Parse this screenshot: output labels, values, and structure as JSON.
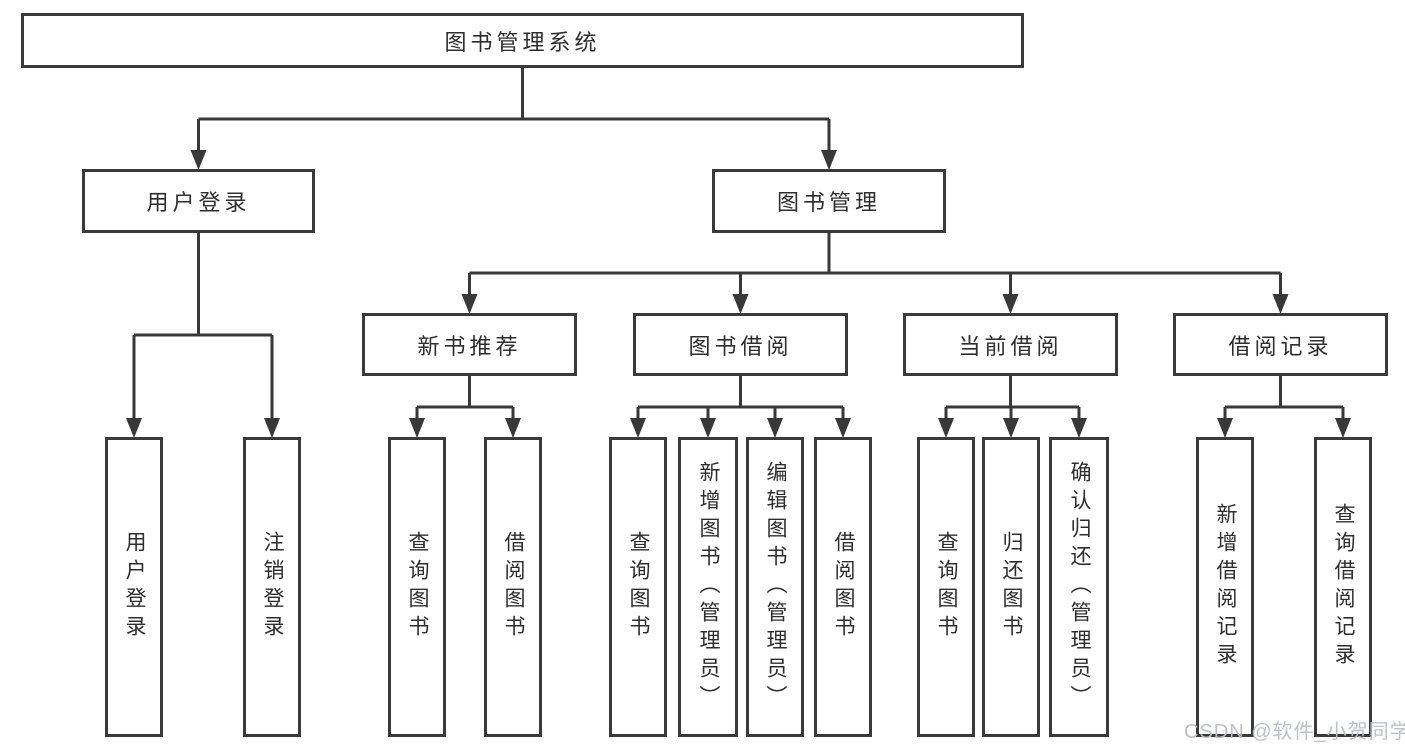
{
  "diagram": {
    "title": "图书管理系统",
    "watermark": "CSDN @软件_小贺同学",
    "colors": {
      "line": "#383838",
      "box_border": "#3a3a3a",
      "text": "#2e2e2e",
      "background": "#ffffff",
      "watermark": "#babec6"
    },
    "nodes": [
      {
        "id": "root",
        "label": "图书管理系统",
        "orientation": "horizontal",
        "level": 1
      },
      {
        "id": "login",
        "label": "用户登录",
        "orientation": "horizontal",
        "level": 2
      },
      {
        "id": "mgmt",
        "label": "图书管理",
        "orientation": "horizontal",
        "level": 2
      },
      {
        "id": "newbook",
        "label": "新书推荐",
        "orientation": "horizontal",
        "level": 3
      },
      {
        "id": "borrow",
        "label": "图书借阅",
        "orientation": "horizontal",
        "level": 3
      },
      {
        "id": "current",
        "label": "当前借阅",
        "orientation": "horizontal",
        "level": 3
      },
      {
        "id": "record",
        "label": "借阅记录",
        "orientation": "horizontal",
        "level": 3
      },
      {
        "id": "l-login",
        "label": "用户登录",
        "orientation": "vertical",
        "level": 4
      },
      {
        "id": "l-logout",
        "label": "注销登录",
        "orientation": "vertical",
        "level": 4
      },
      {
        "id": "l-nb-query",
        "label": "查询图书",
        "orientation": "vertical",
        "level": 4
      },
      {
        "id": "l-nb-borrow",
        "label": "借阅图书",
        "orientation": "vertical",
        "level": 4
      },
      {
        "id": "l-b-query",
        "label": "查询图书",
        "orientation": "vertical",
        "level": 4
      },
      {
        "id": "l-b-add",
        "label": "新增图书（管理员）",
        "orientation": "vertical",
        "level": 4
      },
      {
        "id": "l-b-edit",
        "label": "编辑图书（管理员）",
        "orientation": "vertical",
        "level": 4
      },
      {
        "id": "l-b-borrow",
        "label": "借阅图书",
        "orientation": "vertical",
        "level": 4
      },
      {
        "id": "l-c-query",
        "label": "查询图书",
        "orientation": "vertical",
        "level": 4
      },
      {
        "id": "l-c-return",
        "label": "归还图书",
        "orientation": "vertical",
        "level": 4
      },
      {
        "id": "l-c-confirm",
        "label": "确认归还（管理员）",
        "orientation": "vertical",
        "level": 4
      },
      {
        "id": "l-r-add",
        "label": "新增借阅记录",
        "orientation": "vertical",
        "level": 4
      },
      {
        "id": "l-r-query",
        "label": "查询借阅记录",
        "orientation": "vertical",
        "level": 4
      }
    ],
    "edges": [
      {
        "parent": "root",
        "children": [
          "login",
          "mgmt"
        ]
      },
      {
        "parent": "login",
        "children": [
          "l-login",
          "l-logout"
        ]
      },
      {
        "parent": "mgmt",
        "children": [
          "newbook",
          "borrow",
          "current",
          "record"
        ]
      },
      {
        "parent": "newbook",
        "children": [
          "l-nb-query",
          "l-nb-borrow"
        ]
      },
      {
        "parent": "borrow",
        "children": [
          "l-b-query",
          "l-b-add",
          "l-b-edit",
          "l-b-borrow"
        ]
      },
      {
        "parent": "current",
        "children": [
          "l-c-query",
          "l-c-return",
          "l-c-confirm"
        ]
      },
      {
        "parent": "record",
        "children": [
          "l-r-add",
          "l-r-query"
        ]
      }
    ]
  }
}
